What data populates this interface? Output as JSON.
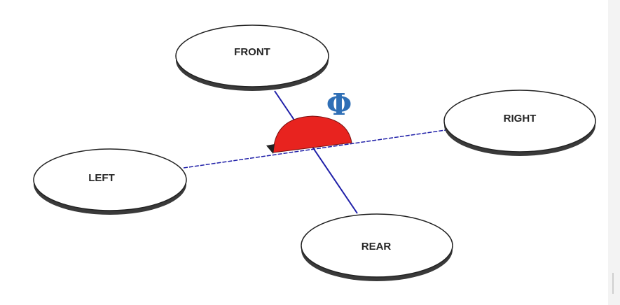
{
  "diagram": {
    "angle_symbol": "Φ",
    "nodes": [
      {
        "id": "front",
        "label": "FRONT"
      },
      {
        "id": "right",
        "label": "RIGHT"
      },
      {
        "id": "left",
        "label": "LEFT"
      },
      {
        "id": "rear",
        "label": "REAR"
      }
    ],
    "colors": {
      "axis_line": "#1f1fa8",
      "angle_marker_fill": "#e8231f",
      "angle_symbol": "#2f6fb6",
      "node_outline": "#222222"
    }
  }
}
